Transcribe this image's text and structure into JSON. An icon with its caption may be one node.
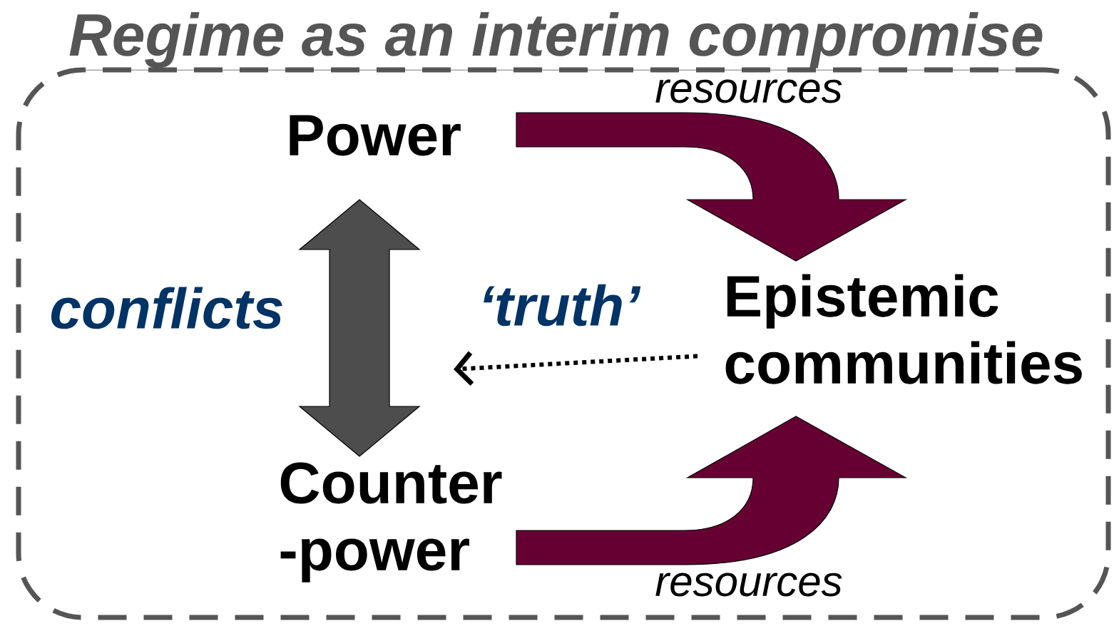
{
  "diagram": {
    "nodes": [
      {
        "text": [
          "Regime as an interim compromise"
        ]
      },
      {
        "text": [
          "Power"
        ],
        "in": 0
      },
      {
        "text": [
          "Epistemic communities"
        ],
        "in": 0
      },
      {
        "text": [
          "Counter -power"
        ],
        "in": 0
      }
    ],
    "edges": [
      {
        "from": 1,
        "to": 2,
        "arrow": "to",
        "label": "resources",
        "style": "thick",
        "color": "#660033"
      },
      {
        "from": 3,
        "to": 2,
        "arrow": "to",
        "label": "resources",
        "style": "thick",
        "color": "#660033"
      },
      {
        "from": 1,
        "to": 3,
        "arrow": "both",
        "label": "conflicts",
        "style": "thick",
        "color": "#4d4d4d"
      },
      {
        "from": 2,
        "to": null,
        "arrow": "to",
        "label": "‘truth’",
        "style": "dashed",
        "color": "#000000"
      }
    ]
  }
}
